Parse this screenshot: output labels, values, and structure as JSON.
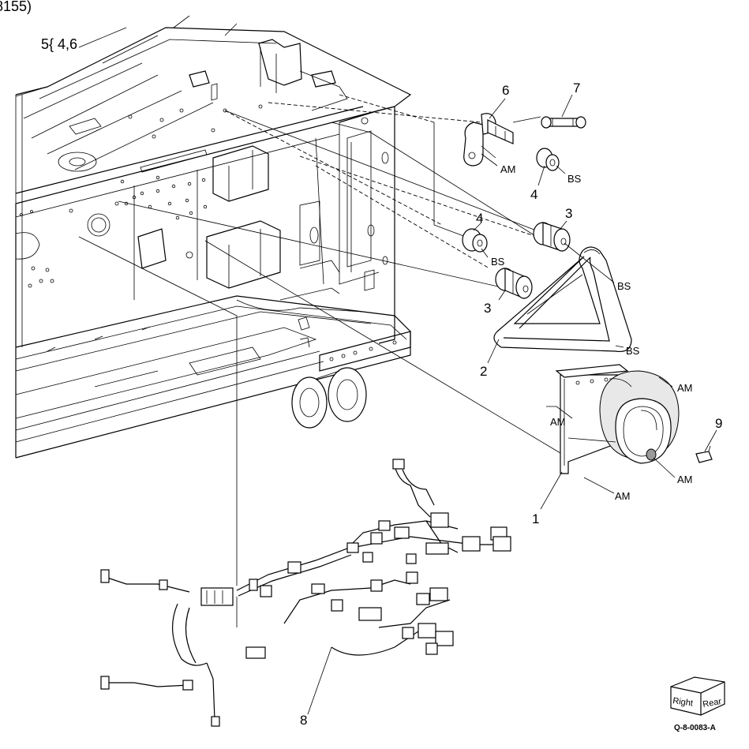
{
  "header": {
    "top_fragment": "8155)",
    "variant_note": "5{ 4,6"
  },
  "callouts": [
    {
      "id": "1",
      "label": "1"
    },
    {
      "id": "2",
      "label": "2"
    },
    {
      "id": "3a",
      "label": "3"
    },
    {
      "id": "3b",
      "label": "3"
    },
    {
      "id": "4a",
      "label": "4"
    },
    {
      "id": "4b",
      "label": "4"
    },
    {
      "id": "6",
      "label": "6"
    },
    {
      "id": "7",
      "label": "7"
    },
    {
      "id": "8",
      "label": "8"
    },
    {
      "id": "9",
      "label": "9"
    }
  ],
  "tags": {
    "am": "AM",
    "bs": "BS"
  },
  "orientation": {
    "right": "Right",
    "rear": "Rear"
  },
  "figure_code": "Q-8-0083-A"
}
